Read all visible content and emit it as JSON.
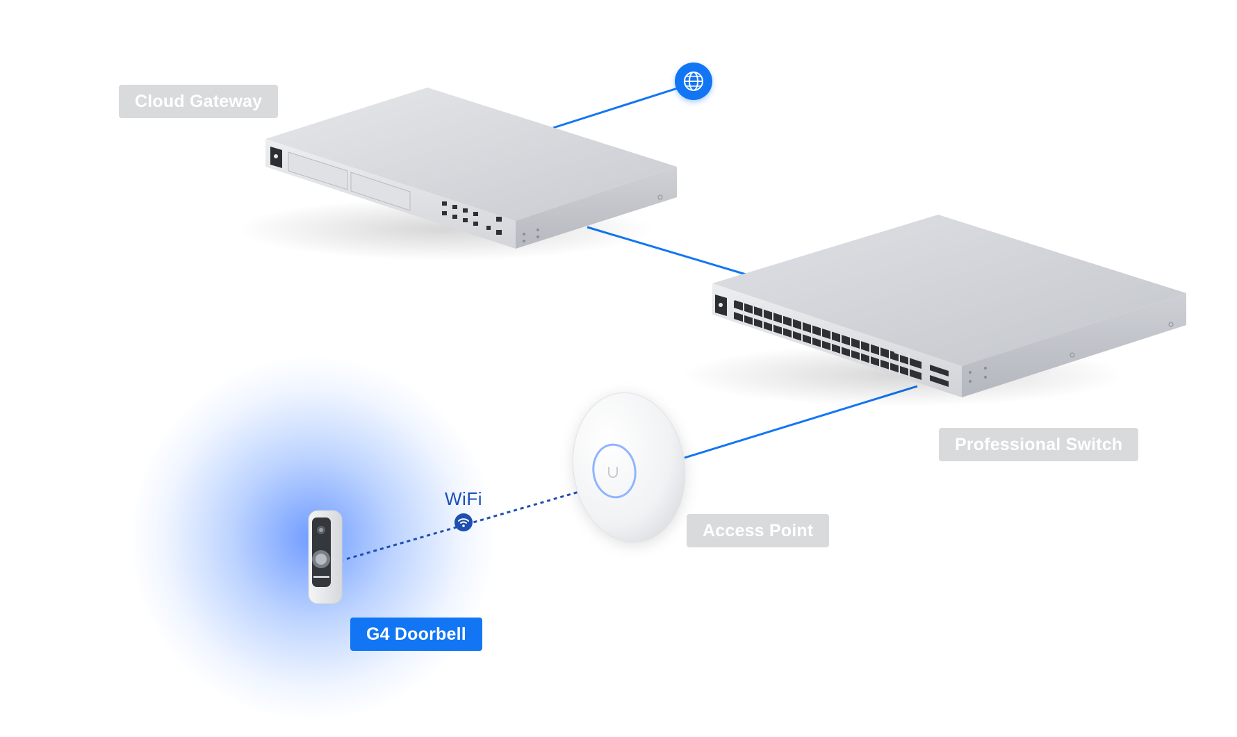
{
  "nodes": {
    "gateway": {
      "label": "Cloud Gateway"
    },
    "switch": {
      "label": "Professional Switch"
    },
    "access_point": {
      "label": "Access Point"
    },
    "doorbell": {
      "label": "G4 Doorbell"
    }
  },
  "links": {
    "wifi_label": "WiFi"
  },
  "icons": {
    "internet": "globe-icon",
    "wireless": "wifi-icon",
    "ap_logo": "ubiquiti-logo-icon"
  },
  "colors": {
    "accent": "#1276f4",
    "wifi": "#1d4eb0",
    "label_bg": "#d9dadb",
    "device": "#d7d9de"
  }
}
